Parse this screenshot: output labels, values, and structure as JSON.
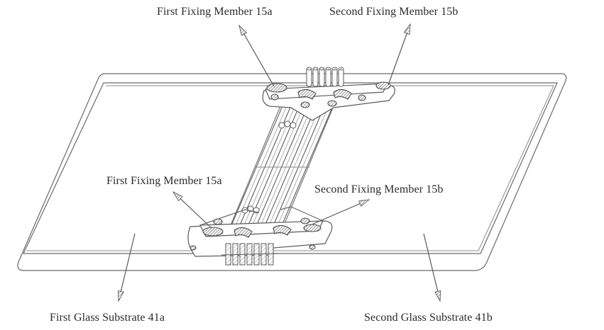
{
  "figure": {
    "type": "patent-style isometric line drawing",
    "subject": "Two glass substrates joined by a flexible connector strip secured with fixing members"
  },
  "labels": {
    "top_first_fixing": "First Fixing Member 15a",
    "top_second_fixing": "Second Fixing Member 15b",
    "mid_first_fixing": "First Fixing Member 15a",
    "mid_second_fixing": "Second Fixing Member 15b",
    "first_glass": "First Glass Substrate 41a",
    "second_glass": "Second Glass Substrate 41b"
  },
  "components": [
    {
      "id": "41a",
      "name": "First Glass Substrate"
    },
    {
      "id": "41b",
      "name": "Second Glass Substrate"
    },
    {
      "id": "15a",
      "name": "First Fixing Member",
      "count": 2
    },
    {
      "id": "15b",
      "name": "Second Fixing Member",
      "count": 2
    }
  ],
  "colors": {
    "line": "#5a5a5a",
    "background": "#ffffff",
    "text": "#2b2b2b"
  }
}
